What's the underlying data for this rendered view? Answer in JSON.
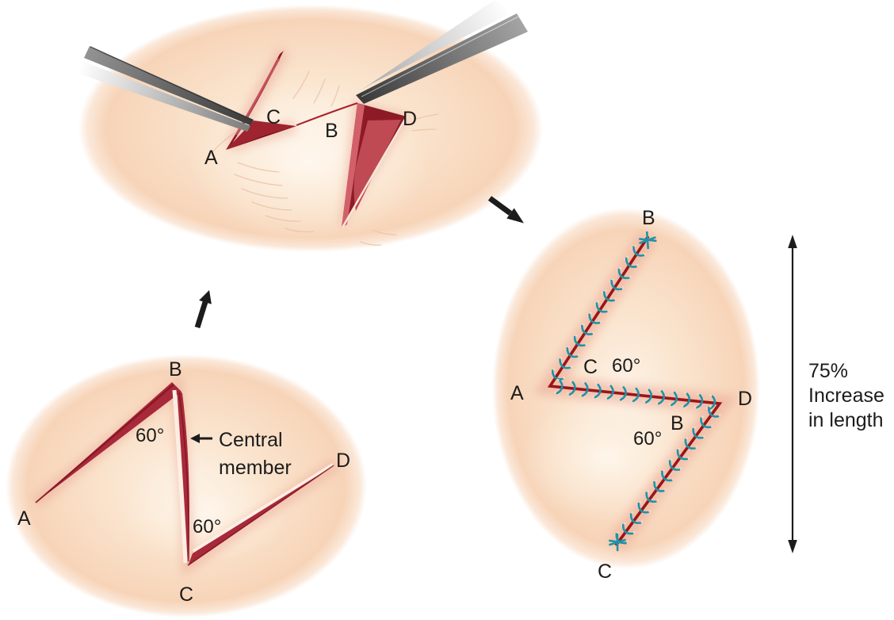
{
  "figure": {
    "type": "z-plasty-surgical-diagram",
    "panels": {
      "incision_design": {
        "labels": {
          "a": "A",
          "b": "B",
          "c": "C",
          "d": "D"
        },
        "angle_b": "60°",
        "angle_c": "60°",
        "central_member_caption_line1": "Central",
        "central_member_caption_line2": "member"
      },
      "flap_elevation": {
        "labels": {
          "a": "A",
          "b": "B",
          "c": "C",
          "d": "D"
        }
      },
      "sutured_result": {
        "labels": {
          "a": "A",
          "b": "B",
          "c": "C",
          "d": "D"
        },
        "flap_label_c": "C",
        "flap_label_b": "B",
        "angle_c": "60°",
        "angle_b": "60°",
        "measurement_line1": "75%",
        "measurement_line2": "Increase",
        "measurement_line3": "in length"
      }
    },
    "colors": {
      "skin": "#f7d4b8",
      "wound_red": "#a7293a",
      "deep_red": "#8c1b26",
      "suture_line": "#9a1518",
      "stitch_teal": "#1d93a8",
      "ink": "#1c1c1c"
    }
  }
}
